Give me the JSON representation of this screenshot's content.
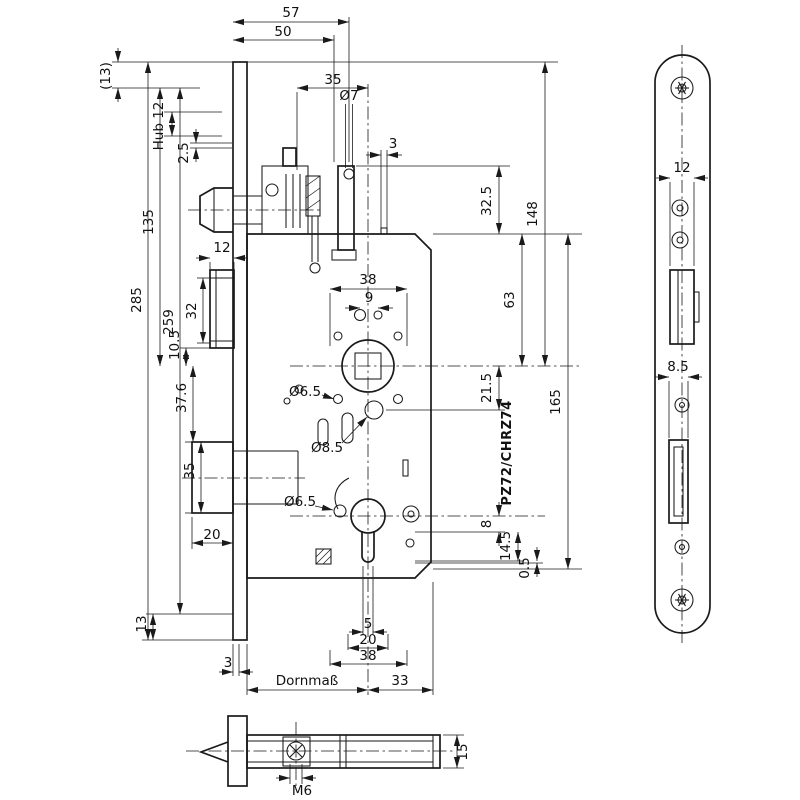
{
  "drawing": {
    "subject": "Mortise lock (Einsteckschloss) dimensional drawing",
    "background": "#ffffff",
    "line_color": "#1a1a1a"
  },
  "labels": {
    "top": {
      "w57": "57",
      "w50": "50",
      "w35": "35",
      "dia7": "Ø7",
      "g3": "3"
    },
    "left": {
      "ref13": "(13)",
      "hub12": "Hub 12",
      "h2_5": "2.5",
      "h135": "135",
      "w12": "12",
      "h32": "32",
      "h10_5": "10.5",
      "h285": "285",
      "h259": "259",
      "h37_6": "37.6",
      "h35": "35",
      "w20": "20",
      "h13": "13"
    },
    "right": {
      "h32_5": "32.5",
      "h63": "63",
      "h148": "148",
      "h165": "165",
      "h21_5": "21.5",
      "pz": "PZ72/CHRZ74",
      "h8": "8",
      "h14_5": "14.5",
      "h0_5": "0.5"
    },
    "center": {
      "w38": "38",
      "w9": "9",
      "dia6_5a": "Ø6.5",
      "dia8_5": "Ø8.5",
      "dia6_5b": "Ø6.5"
    },
    "bottom": {
      "w5": "5",
      "w20": "20",
      "w38": "38",
      "w3": "3",
      "dornmass": "Dornmaß",
      "w33": "33"
    },
    "faceplate_view": {
      "w12": "12",
      "w8_5": "8.5"
    },
    "bottom_view": {
      "h15": "15",
      "m6": "M6"
    }
  }
}
